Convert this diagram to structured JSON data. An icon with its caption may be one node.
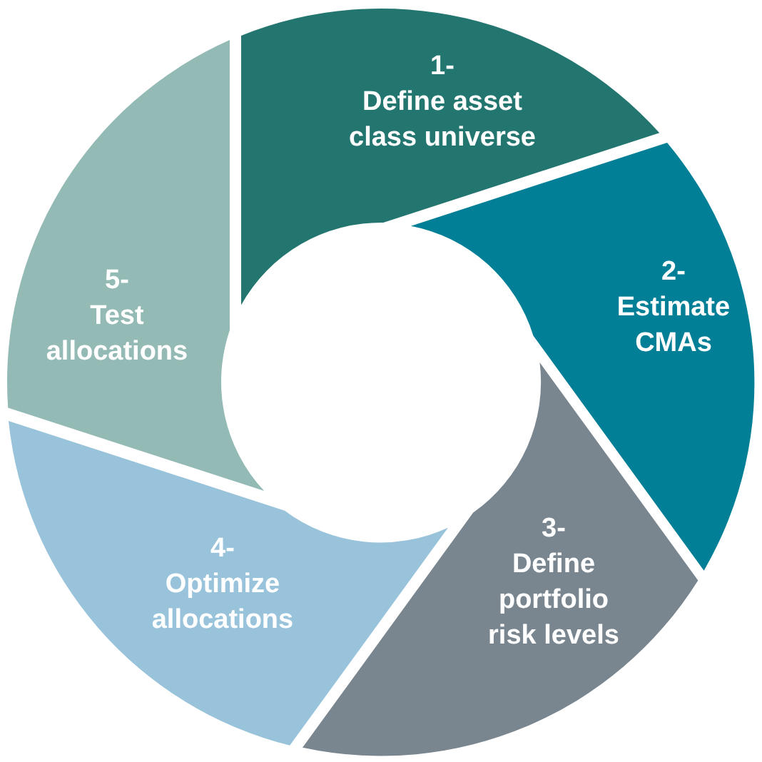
{
  "diagram": {
    "nodes": [
      {
        "text": [
          "1-",
          "Define asset class universe"
        ]
      },
      {
        "text": [
          "2-",
          "Estimate CMAs"
        ]
      },
      {
        "text": [
          "3-",
          "Define portfolio risk levels"
        ]
      },
      {
        "text": [
          "4-",
          "Optimize allocations"
        ]
      },
      {
        "text": [
          "5-",
          "Test allocations"
        ]
      }
    ]
  }
}
